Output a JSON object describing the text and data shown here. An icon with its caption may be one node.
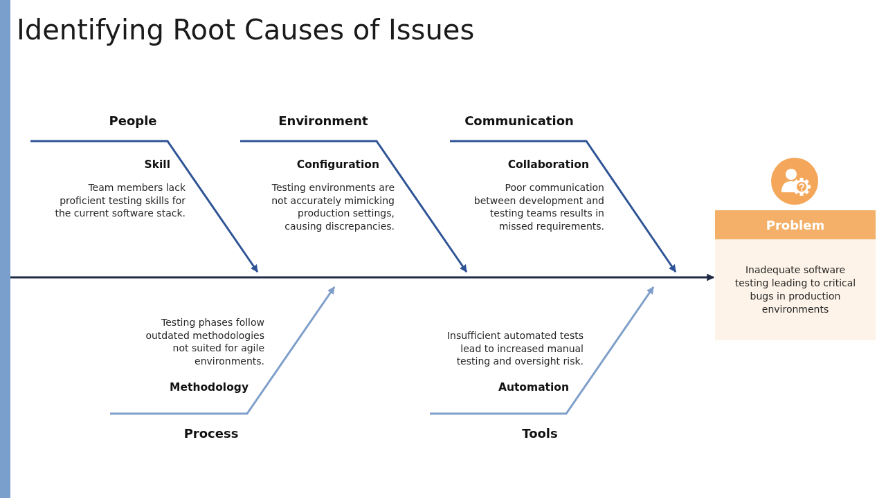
{
  "diagram": {
    "title": "Identifying Root Causes of Issues",
    "nodes": [
      {
        "text": [
          "People",
          "Skill",
          "Team members lack proficient testing skills for the current software stack."
        ]
      },
      {
        "text": [
          "Environment",
          "Configuration",
          "Testing environments are not accurately mimicking production settings, causing discrepancies."
        ]
      },
      {
        "text": [
          "Communication",
          "Collaboration",
          "Poor communication between development and testing teams results in missed requirements."
        ]
      },
      {
        "text": [
          "Testing phases follow outdated methodologies not suited for agile environments.",
          "Methodology",
          "Process"
        ]
      },
      {
        "text": [
          "Insufficient automated tests lead to increased manual testing and oversight risk.",
          "Automation",
          "Tools"
        ]
      },
      {
        "text": [
          "Problem",
          "Inadequate software testing leading to critical bugs in production environments"
        ]
      }
    ],
    "edges": [
      {
        "from": 0,
        "to": null,
        "arrow": "to"
      },
      {
        "from": 1,
        "to": null,
        "arrow": "to"
      },
      {
        "from": 2,
        "to": null,
        "arrow": "to"
      },
      {
        "from": 3,
        "to": null,
        "arrow": "to",
        "color": "#7f9fca"
      },
      {
        "from": 4,
        "to": null,
        "arrow": "to",
        "color": "#7f9fca"
      },
      {
        "from": null,
        "to": 5,
        "arrow": "to",
        "color": "#1f2a44"
      }
    ]
  }
}
